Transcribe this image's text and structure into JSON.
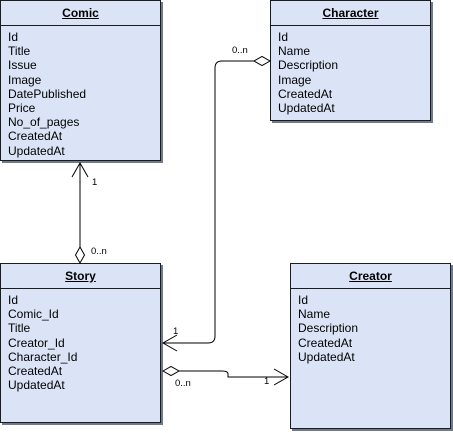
{
  "entities": {
    "comic": {
      "title": "Comic",
      "attributes": [
        "Id",
        "Title",
        "Issue",
        "Image",
        "DatePublished",
        "Price",
        "No_of_pages",
        "CreatedAt",
        "UpdatedAt"
      ]
    },
    "character": {
      "title": "Character",
      "attributes": [
        "Id",
        "Name",
        "Description",
        "Image",
        "CreatedAt",
        "UpdatedAt"
      ]
    },
    "story": {
      "title": "Story",
      "attributes": [
        "Id",
        "Comic_Id",
        "Title",
        "Creator_Id",
        "Character_Id",
        "CreatedAt",
        "UpdatedAt"
      ]
    },
    "creator": {
      "title": "Creator",
      "attributes": [
        "Id",
        "Name",
        "Description",
        "CreatedAt",
        "UpdatedAt"
      ]
    }
  },
  "relations": {
    "comic_story": {
      "one": "1",
      "many": "0..n"
    },
    "character_story": {
      "one": "1",
      "many": "0..n"
    },
    "story_creator": {
      "one": "1",
      "many": "0..n"
    }
  },
  "colors": {
    "entity_fill": "#dae4f6",
    "line": "#000000"
  }
}
